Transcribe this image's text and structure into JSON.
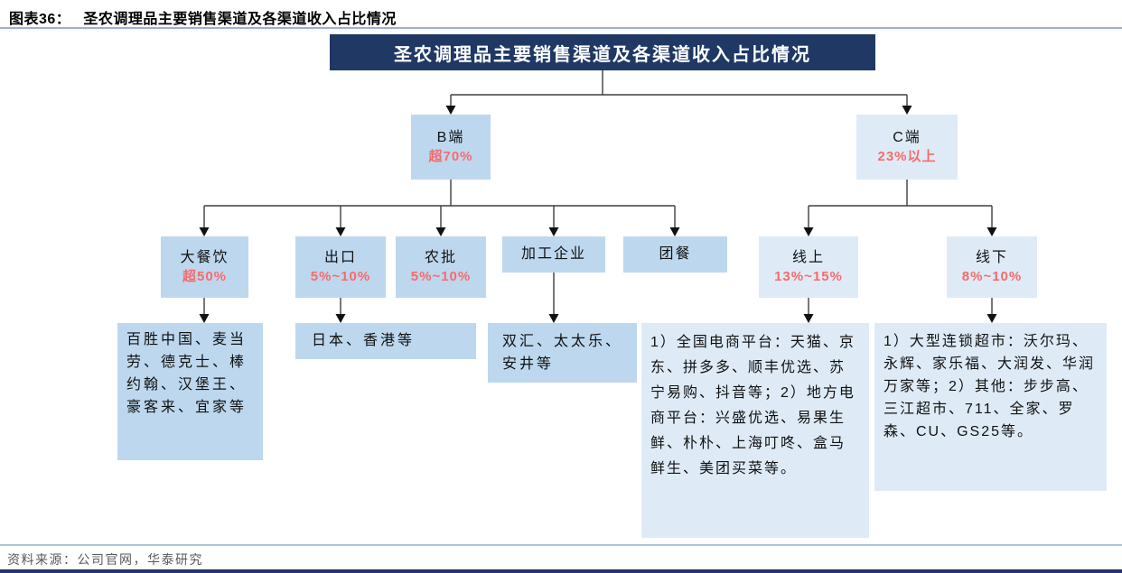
{
  "header": {
    "figure_label": "图表36：",
    "figure_title": "圣农调理品主要销售渠道及各渠道收入占比情况"
  },
  "footer": {
    "source": "资料来源：公司官网，华泰研究"
  },
  "colors": {
    "navy": "#1F3864",
    "b_side_box": "#BDD7EE",
    "c_side_box": "#DEEBF7",
    "percent_red": "#F96A6A",
    "rule_blue": "#95B3D7",
    "connector": "#3F3F3F"
  },
  "diagram": {
    "title": "圣农调理品主要销售渠道及各渠道收入占比情况",
    "nodes": {
      "b_side": {
        "label": "B端",
        "value": "超70%"
      },
      "c_side": {
        "label": "C端",
        "value": "23%以上"
      },
      "catering": {
        "label": "大餐饮",
        "value": "超50%"
      },
      "export": {
        "label": "出口",
        "value": "5%~10%"
      },
      "agri_wholesale": {
        "label": "农批",
        "value": "5%~10%"
      },
      "processing": {
        "label": "加工企业"
      },
      "group_meal": {
        "label": "团餐"
      },
      "online": {
        "label": "线上",
        "value": "13%~15%"
      },
      "offline": {
        "label": "线下",
        "value": "8%~10%"
      },
      "catering_detail": "百胜中国、麦当劳、德克士、棒约翰、汉堡王、豪客来、宜家等",
      "export_detail": "日本、香港等",
      "processing_detail": "双汇、太太乐、安井等",
      "online_detail": "1）全国电商平台：天猫、京东、拼多多、顺丰优选、苏宁易购、抖音等；2）地方电商平台：兴盛优选、易果生鲜、朴朴、上海叮咚、盒马鲜生、美团买菜等。",
      "offline_detail": "1）大型连锁超市：沃尔玛、永辉、家乐福、大润发、华润万家等；2）其他：步步高、三江超市、711、全家、罗森、CU、GS25等。"
    }
  }
}
